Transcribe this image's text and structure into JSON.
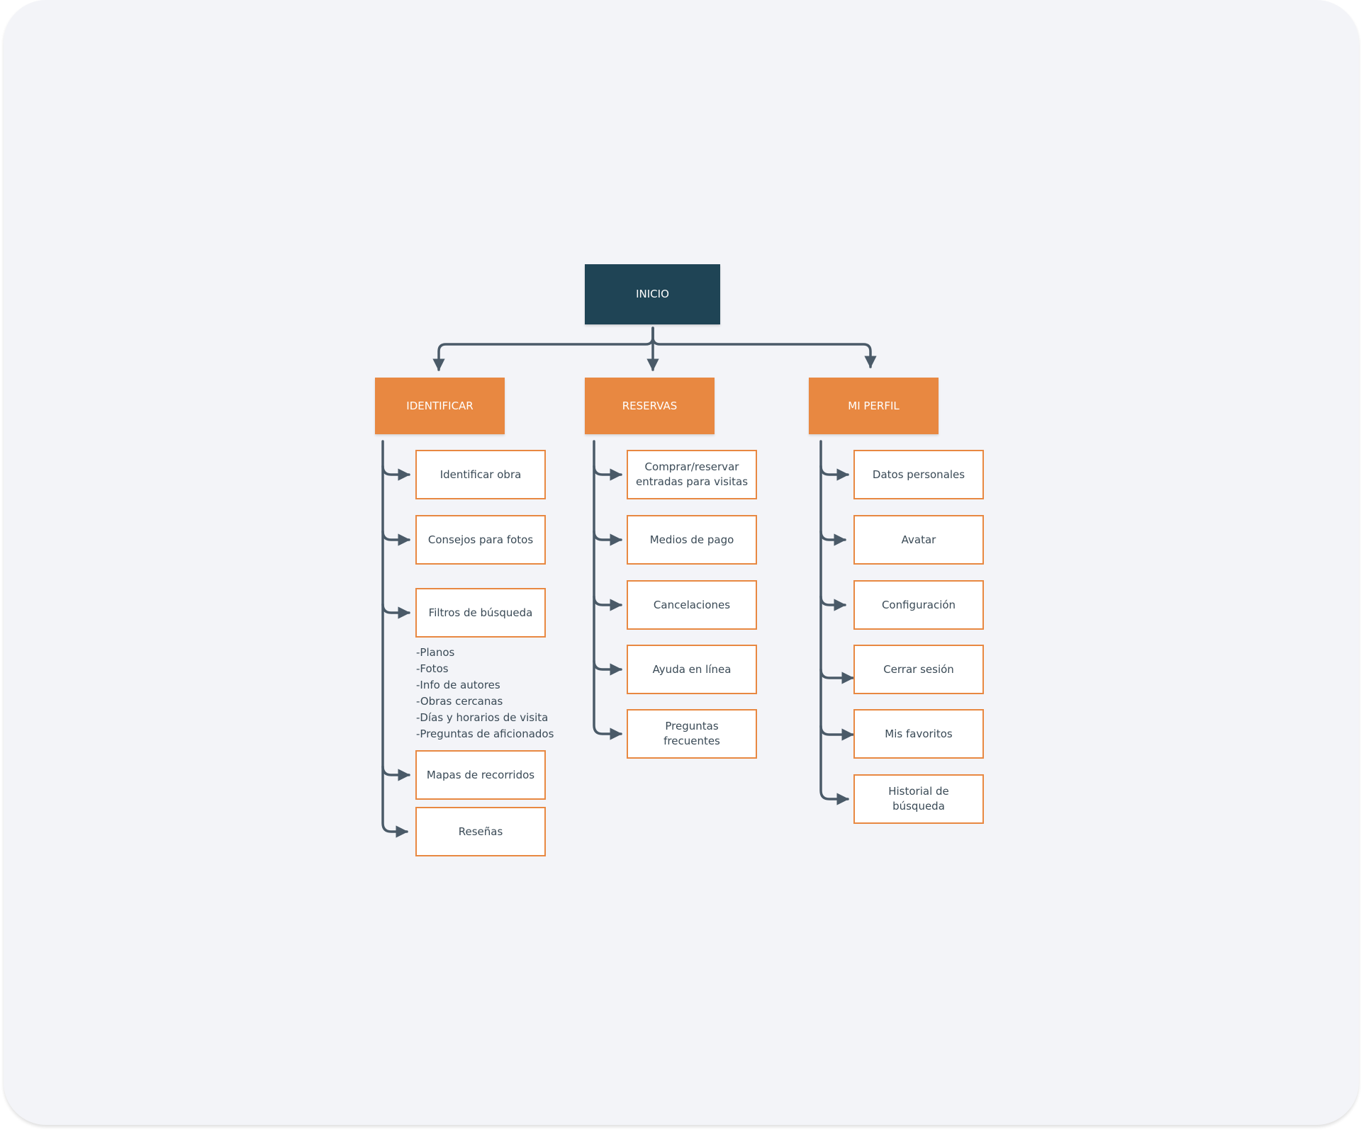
{
  "diagram": {
    "root": {
      "label": "INICIO"
    },
    "categories": [
      {
        "label": "IDENTIFICAR",
        "items": [
          "Identificar obra",
          "Consejos para fotos",
          "Filtros de búsqueda",
          "Mapas de recorridos",
          "Reseñas"
        ],
        "filter_notes": [
          "-Planos",
          "-Fotos",
          "-Info de autores",
          "-Obras cercanas",
          "-Días y horarios de visita",
          "-Preguntas de aficionados"
        ]
      },
      {
        "label": "RESERVAS",
        "items": [
          "Comprar/reservar entradas para visitas",
          "Medios de pago",
          "Cancelaciones",
          "Ayuda en línea",
          "Preguntas frecuentes"
        ]
      },
      {
        "label": "MI PERFIL",
        "items": [
          "Datos personales",
          "Avatar",
          "Configuración",
          "Cerrar sesión",
          "Mis favoritos",
          "Historial de búsqueda"
        ]
      }
    ]
  },
  "colors": {
    "root": "#1f4455",
    "category": "#e88841",
    "leaf_border": "#e88841",
    "connector": "#4a5a68",
    "background": "#f3f4f8"
  }
}
